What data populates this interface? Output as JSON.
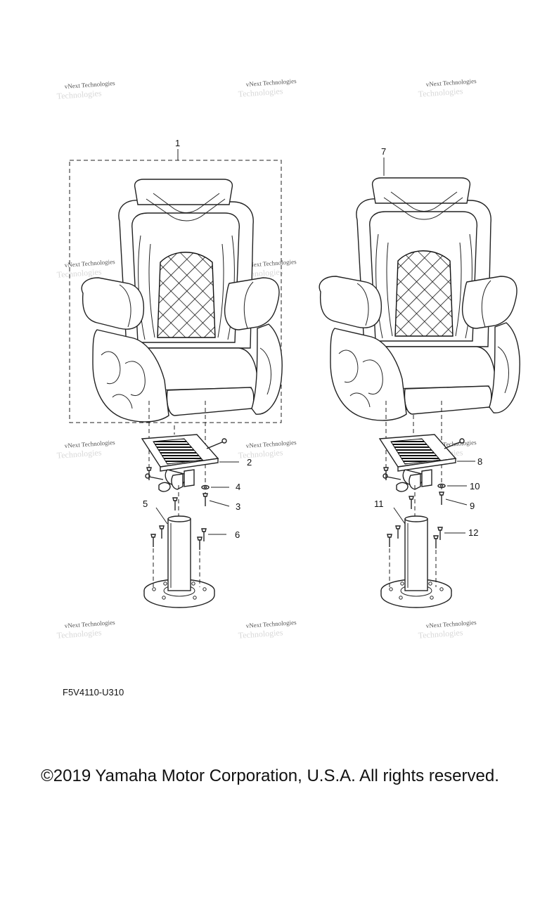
{
  "watermark_text": "vNext Technologies",
  "callouts": {
    "c1": "1",
    "c2": "2",
    "c3": "3",
    "c4": "4",
    "c5": "5",
    "c6": "6",
    "c7": "7",
    "c8": "8",
    "c9": "9",
    "c10": "10",
    "c11": "11",
    "c12": "12"
  },
  "part_code": "F5V4110-U310",
  "copyright": "©2019 Yamaha Motor Corporation, U.S.A. All rights reserved."
}
